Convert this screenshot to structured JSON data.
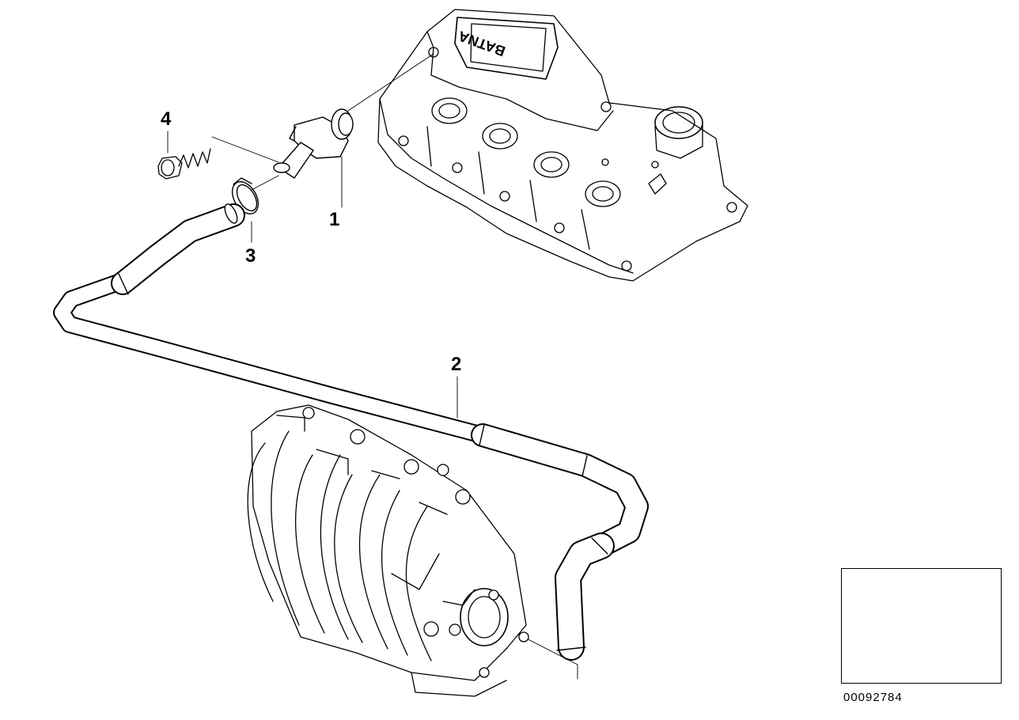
{
  "callouts": {
    "part_1": "1",
    "part_2": "2",
    "part_3": "3",
    "part_4": "4"
  },
  "reference_number": "00092784",
  "colors": {
    "line": "#000000",
    "background": "#ffffff",
    "tube_fill": "#ffffff"
  }
}
